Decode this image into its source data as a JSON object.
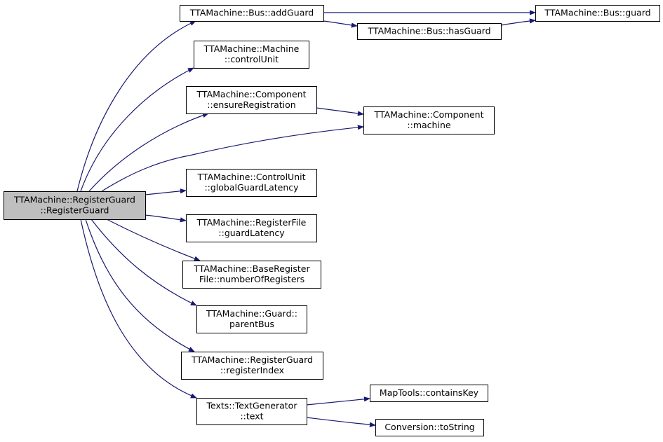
{
  "diagram": {
    "colors": {
      "edge": "#191970",
      "node_border": "#000000",
      "node_fill": "#ffffff",
      "root_fill": "#bfbfbf",
      "text": "#000000"
    },
    "nodes": [
      {
        "id": "root",
        "lines": [
          "TTAMachine::RegisterGuard",
          "::RegisterGuard"
        ],
        "root": true
      },
      {
        "id": "addGuard",
        "lines": [
          "TTAMachine::Bus::addGuard"
        ]
      },
      {
        "id": "busGuard",
        "lines": [
          "TTAMachine::Bus::guard"
        ]
      },
      {
        "id": "hasGuard",
        "lines": [
          "TTAMachine::Bus::hasGuard"
        ]
      },
      {
        "id": "controlUnit",
        "lines": [
          "TTAMachine::Machine",
          "::controlUnit"
        ]
      },
      {
        "id": "ensureReg",
        "lines": [
          "TTAMachine::Component",
          "::ensureRegistration"
        ]
      },
      {
        "id": "compMachine",
        "lines": [
          "TTAMachine::Component",
          "::machine"
        ]
      },
      {
        "id": "globalGuardLatency",
        "lines": [
          "TTAMachine::ControlUnit",
          "::globalGuardLatency"
        ]
      },
      {
        "id": "guardLatency",
        "lines": [
          "TTAMachine::RegisterFile",
          "::guardLatency"
        ]
      },
      {
        "id": "numberOfRegisters",
        "lines": [
          "TTAMachine::BaseRegister",
          "File::numberOfRegisters"
        ]
      },
      {
        "id": "parentBus",
        "lines": [
          "TTAMachine::Guard::",
          "parentBus"
        ]
      },
      {
        "id": "registerIndex",
        "lines": [
          "TTAMachine::RegisterGuard",
          "::registerIndex"
        ]
      },
      {
        "id": "textGen",
        "lines": [
          "Texts::TextGenerator",
          "::text"
        ]
      },
      {
        "id": "containsKey",
        "lines": [
          "MapTools::containsKey"
        ]
      },
      {
        "id": "toString",
        "lines": [
          "Conversion::toString"
        ]
      }
    ],
    "edges": [
      {
        "from": "root",
        "to": "addGuard"
      },
      {
        "from": "addGuard",
        "to": "busGuard"
      },
      {
        "from": "addGuard",
        "to": "hasGuard"
      },
      {
        "from": "hasGuard",
        "to": "busGuard"
      },
      {
        "from": "root",
        "to": "controlUnit"
      },
      {
        "from": "root",
        "to": "ensureReg"
      },
      {
        "from": "ensureReg",
        "to": "compMachine"
      },
      {
        "from": "root",
        "to": "compMachine"
      },
      {
        "from": "root",
        "to": "globalGuardLatency"
      },
      {
        "from": "root",
        "to": "guardLatency"
      },
      {
        "from": "root",
        "to": "numberOfRegisters"
      },
      {
        "from": "root",
        "to": "parentBus"
      },
      {
        "from": "root",
        "to": "registerIndex"
      },
      {
        "from": "root",
        "to": "textGen"
      },
      {
        "from": "textGen",
        "to": "containsKey"
      },
      {
        "from": "textGen",
        "to": "toString"
      }
    ]
  }
}
